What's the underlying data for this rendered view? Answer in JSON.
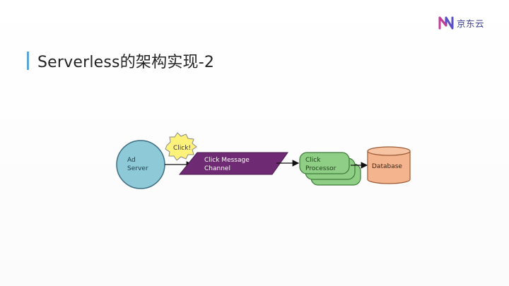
{
  "header": {
    "logo_text": "京东云",
    "title": "Serverless的架构实现-2"
  },
  "diagram": {
    "ad_server": [
      "Ad",
      "Server"
    ],
    "click_burst": "Click!",
    "channel": [
      "Click Message",
      "Channel"
    ],
    "processor": [
      "Click",
      "Processor"
    ],
    "database": "Database"
  },
  "colors": {
    "accent": "#5aa6d6",
    "ad_server": "#8ec9d8",
    "burst": "#fff27a",
    "channel": "#6e2a72",
    "processor": "#8fcf85",
    "database": "#f4b48e"
  }
}
